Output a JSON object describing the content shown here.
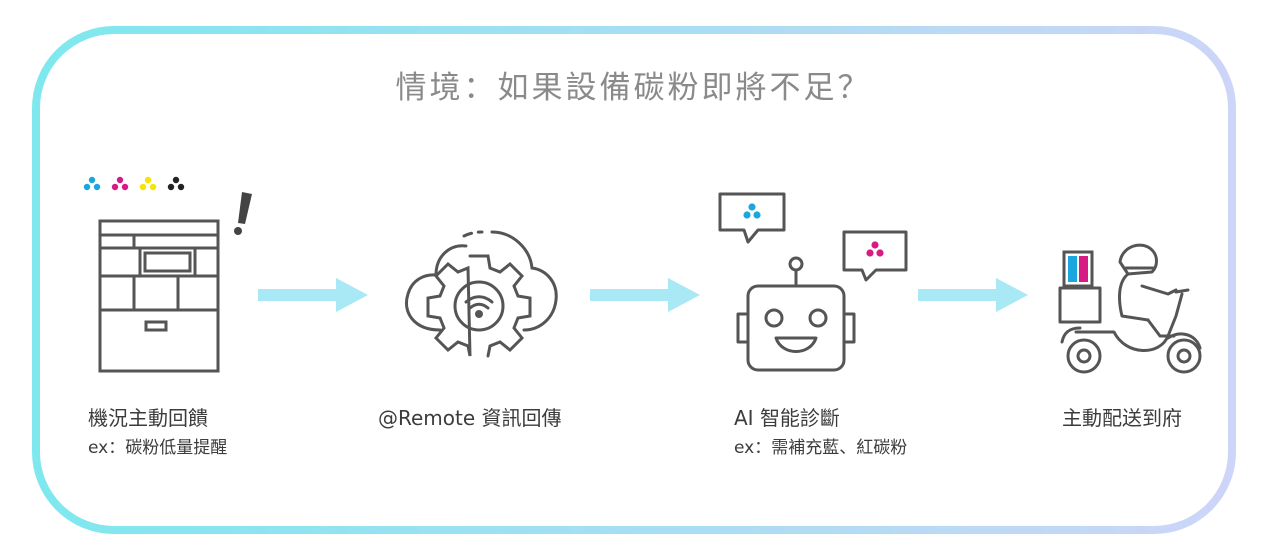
{
  "title": "情境：如果設備碳粉即將不足？",
  "colors": {
    "frame_gradient_start": "#7ee8ee",
    "frame_gradient_end": "#c9d4f7",
    "icon_stroke": "#555555",
    "arrow": "#a9e8f5",
    "cyan": "#1aa7e0",
    "magenta": "#d81b84",
    "yellow": "#f5e600",
    "black": "#222222"
  },
  "steps": [
    {
      "label": "機況主動回饋",
      "sub": "ex：碳粉低量提醒",
      "icon": "printer-icon"
    },
    {
      "label": "@Remote 資訊回傳",
      "sub": "",
      "icon": "cloud-gear-wifi-icon"
    },
    {
      "label": "AI 智能診斷",
      "sub": "ex：需補充藍、紅碳粉",
      "icon": "robot-icon"
    },
    {
      "label": "主動配送到府",
      "sub": "",
      "icon": "delivery-scooter-icon"
    }
  ]
}
